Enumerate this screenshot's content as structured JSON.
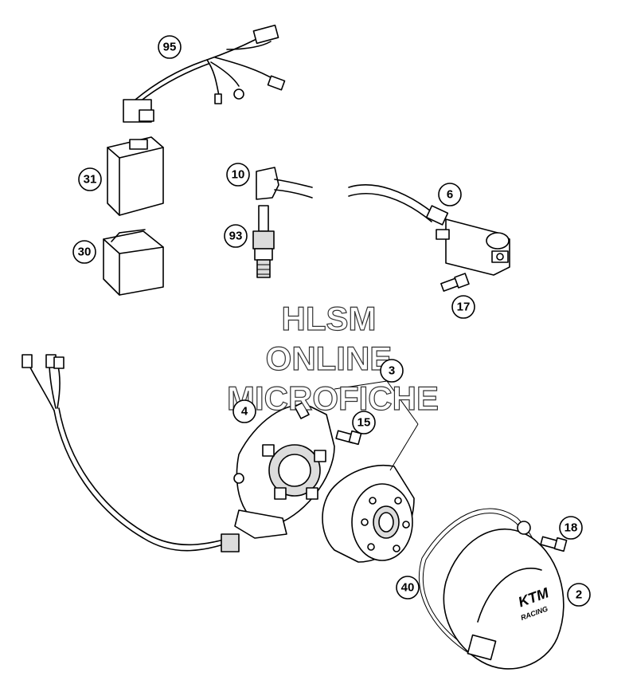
{
  "watermark": {
    "line1": "HLSM",
    "line2": "ONLINE",
    "line3": "MICROFICHE"
  },
  "cover_logo": {
    "brand": "KTM",
    "tag": "RACING"
  },
  "callouts": [
    {
      "label": "95"
    },
    {
      "label": "31"
    },
    {
      "label": "30"
    },
    {
      "label": "10"
    },
    {
      "label": "93"
    },
    {
      "label": "6"
    },
    {
      "label": "17"
    },
    {
      "label": "3"
    },
    {
      "label": "4"
    },
    {
      "label": "15"
    },
    {
      "label": "18"
    },
    {
      "label": "40"
    },
    {
      "label": "2"
    }
  ]
}
